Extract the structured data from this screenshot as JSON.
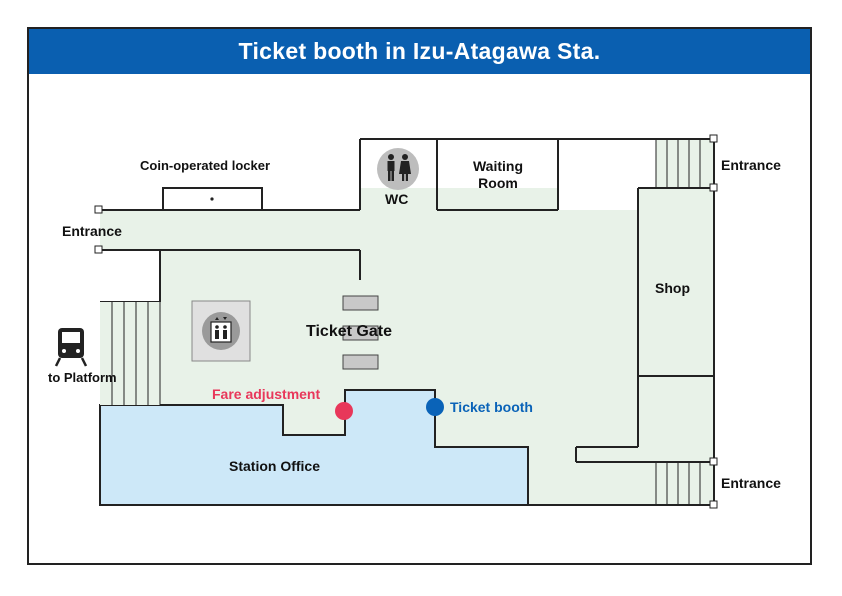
{
  "title": "Ticket booth in Izu-Atagawa Sta.",
  "labels": {
    "coin_locker": "Coin-operated locker",
    "wc": "WC",
    "waiting_room": "Waiting Room",
    "entrance_left": "Entrance",
    "entrance_top_right": "Entrance",
    "entrance_bottom_right": "Entrance",
    "shop": "Shop",
    "ticket_gate": "Ticket Gate",
    "to_platform": "to Platform",
    "fare_adjustment": "Fare adjustment",
    "ticket_booth": "Ticket booth",
    "station_office": "Station Office"
  },
  "colors": {
    "title_bar": "#0a5fb0",
    "concourse": "#e8f2e8",
    "station_office": "#cde8f8",
    "fare_adjustment": "#e8375a",
    "ticket_booth": "#0a63b8",
    "walls": "#222222"
  },
  "icons": [
    "restroom-icon",
    "elevator-icon",
    "train-icon"
  ]
}
